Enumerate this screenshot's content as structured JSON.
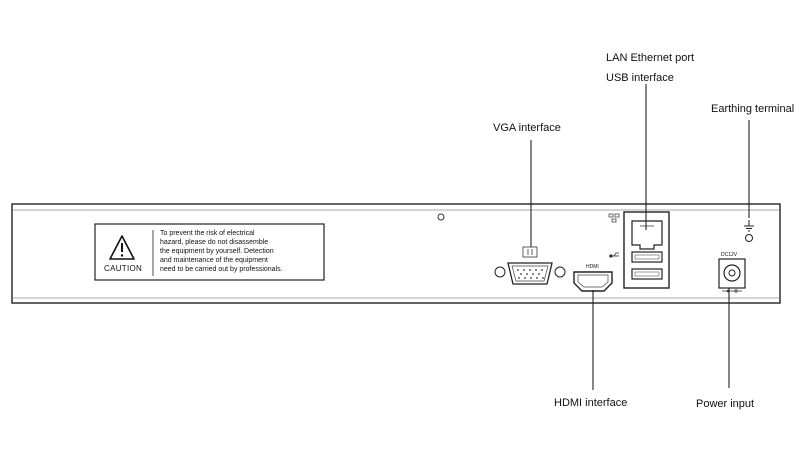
{
  "callouts": {
    "lan": "LAN Ethernet port",
    "usb": "USB interface",
    "earthing": "Earthing terminal",
    "vga": "VGA interface",
    "hdmi": "HDMI interface",
    "power": "Power input"
  },
  "caution": {
    "title": "CAUTION",
    "lines": [
      "To prevent the risk of  electrical",
      "hazard, please do not disassemble",
      "the equipment by yourself. Detection",
      "and maintenance of the equipment",
      "need to be carried out by professionals."
    ]
  },
  "port_labels": {
    "hdmi": "HDMI",
    "dc": "DC12V"
  }
}
